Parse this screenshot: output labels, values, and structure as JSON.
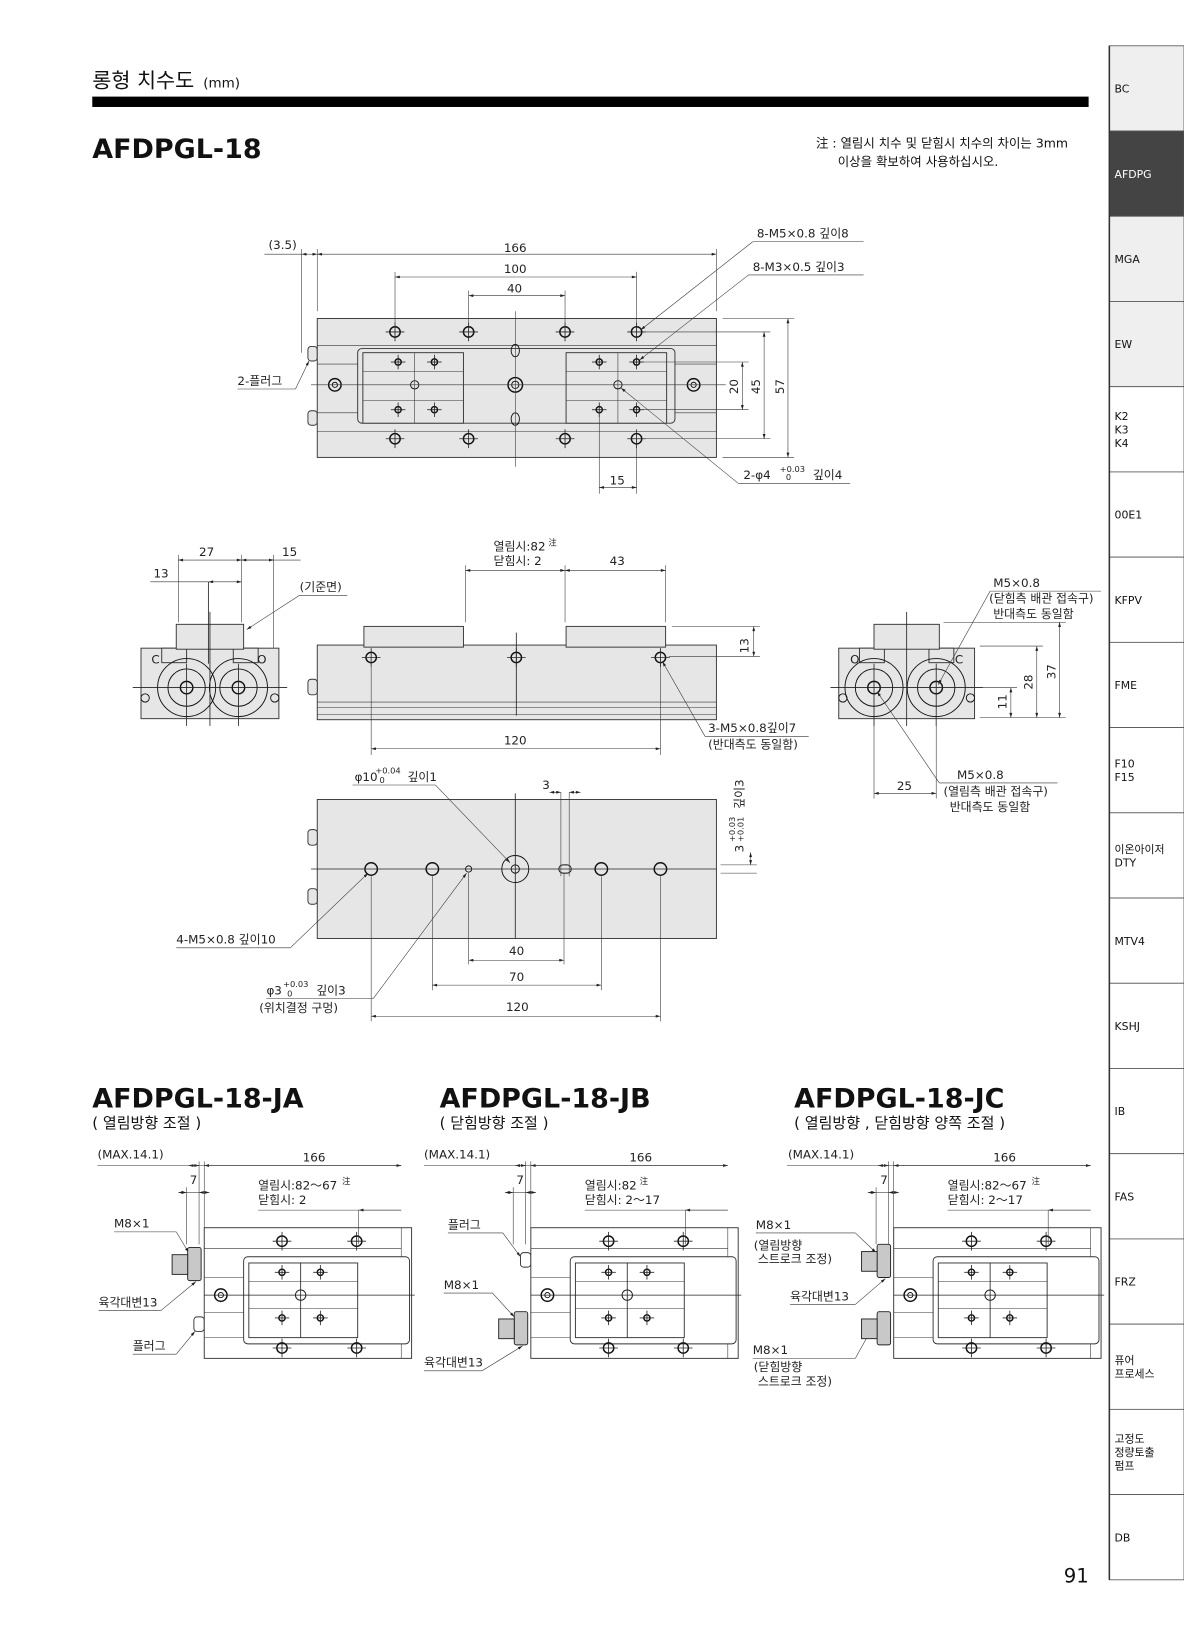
{
  "header": {
    "title": "롱형 치수도",
    "unit": "(mm)"
  },
  "main_model": "AFDPGL-18",
  "note": {
    "line1": "注 : 열림시 치수 및 닫힘시 치수의 차이는 3mm",
    "line2": "이상을 확보하여 사용하십시오."
  },
  "top_view": {
    "dim_offset": "(3.5)",
    "dim_length": "166",
    "dim_100": "100",
    "dim_40": "40",
    "dim_20": "20",
    "dim_45": "45",
    "dim_57": "57",
    "dim_15": "15",
    "callout_m5": "8-M5×0.8 깊이8",
    "callout_m3": "8-M3×0.5 깊이3",
    "callout_plug": "2-플러그",
    "callout_pin": "2-φ4",
    "callout_pin_tol_upper": "+0.03",
    "callout_pin_tol_lower": "0",
    "callout_pin_depth": "깊이4"
  },
  "end_view_left": {
    "dim_27": "27",
    "dim_15": "15",
    "dim_13": "13",
    "datum": "(기준면)",
    "label_c": "C",
    "label_o": "O"
  },
  "side_view": {
    "open_label": "열림시:82",
    "note_mark": "注",
    "close_label": "닫힘시:  2",
    "dim_43": "43",
    "dim_13": "13",
    "dim_120": "120",
    "callout_line1": "3-M5×0.8깊이7",
    "callout_line2": "(반대측도 동일함)"
  },
  "end_view_right": {
    "label_o": "O",
    "label_c": "C",
    "dim_11": "11",
    "dim_28": "28",
    "dim_37": "37",
    "dim_25": "25",
    "close_port": [
      "M5×0.8",
      "(닫힘측 배관 접속구)",
      "반대측도 동일함"
    ],
    "open_port": [
      "M5×0.8",
      "(열림측 배관 접속구)",
      "반대측도 동일함"
    ]
  },
  "bottom_view": {
    "callout_center": "φ10",
    "center_tol_upper": "+0.04",
    "center_tol_lower": "0",
    "center_depth": "깊이1",
    "dim_3": "3",
    "slot_depth": "깊이3",
    "slot_dim": "3",
    "slot_tol_upper": "+0.03",
    "slot_tol_lower": "+0.01",
    "callout_m5": "4-M5×0.8 깊이10",
    "callout_pin": "φ3",
    "pin_tol_upper": "+0.03",
    "pin_tol_lower": "0",
    "pin_depth": "깊이3",
    "pin_note": "(위치결정 구멍)",
    "dim_40": "40",
    "dim_70": "70",
    "dim_120": "120"
  },
  "variants": [
    {
      "model": "AFDPGL-18-JA",
      "subtitle": "( 열림방향 조절 )",
      "max": "(MAX.14.1)",
      "length": "166",
      "dim_7": "7",
      "open_label": "열림시:82～67",
      "close_label": "닫힘시:  2",
      "note_mark": "注",
      "labels": {
        "m8": "M8×1",
        "hex": "육각대변13",
        "plug": "플러그"
      }
    },
    {
      "model": "AFDPGL-18-JB",
      "subtitle": "( 닫힘방향 조절 )",
      "max": "(MAX.14.1)",
      "length": "166",
      "dim_7": "7",
      "open_label": "열림시:82",
      "close_label": "닫힘시:  2～17",
      "note_mark": "注",
      "labels": {
        "plug": "플러그",
        "m8": "M8×1",
        "hex": "육각대변13"
      }
    },
    {
      "model": "AFDPGL-18-JC",
      "subtitle": "( 열림방향 , 닫힘방향 양쪽 조절 )",
      "max": "(MAX.14.1)",
      "length": "166",
      "dim_7": "7",
      "open_label": "열림시:82～67",
      "close_label": "닫힘시:  2～17",
      "note_mark": "注",
      "labels": {
        "m8_open": "M8×1",
        "open_adj_1": "(열림방향",
        "open_adj_2": "스트로크 조정)",
        "hex": "육각대변13",
        "m8_close": "M8×1",
        "close_adj_1": "(닫힘방향",
        "close_adj_2": "스트로크 조정)"
      }
    }
  ],
  "sidebar": {
    "items": [
      {
        "lines": [
          "BC"
        ],
        "tone": "#efefef"
      },
      {
        "lines": [
          "AFDPG"
        ],
        "tone": "#444444",
        "active": true
      },
      {
        "lines": [
          "MGA"
        ],
        "tone": "#efefef"
      },
      {
        "lines": [
          "EW"
        ],
        "tone": "#efefef"
      },
      {
        "lines": [
          "K2",
          "K3",
          "K4"
        ],
        "tone": "#ffffff"
      },
      {
        "lines": [
          "00E1"
        ],
        "tone": "#ffffff"
      },
      {
        "lines": [
          "KFPV"
        ],
        "tone": "#ffffff"
      },
      {
        "lines": [
          "FME"
        ],
        "tone": "#ffffff"
      },
      {
        "lines": [
          "F10",
          "F15"
        ],
        "tone": "#ffffff"
      },
      {
        "lines": [
          "이온아이저",
          "DTY"
        ],
        "tone": "#ffffff"
      },
      {
        "lines": [
          "MTV4"
        ],
        "tone": "#ffffff"
      },
      {
        "lines": [
          "KSHJ"
        ],
        "tone": "#ffffff"
      },
      {
        "lines": [
          "IB"
        ],
        "tone": "#ffffff"
      },
      {
        "lines": [
          "FAS"
        ],
        "tone": "#ffffff"
      },
      {
        "lines": [
          "FRZ"
        ],
        "tone": "#ffffff"
      },
      {
        "lines": [
          "퓨어",
          "프로세스"
        ],
        "tone": "#ffffff"
      },
      {
        "lines": [
          "고정도",
          "정량토출",
          "펌프"
        ],
        "tone": "#ffffff"
      },
      {
        "lines": [
          "DB"
        ],
        "tone": "#ffffff"
      }
    ]
  },
  "page_number": "91"
}
